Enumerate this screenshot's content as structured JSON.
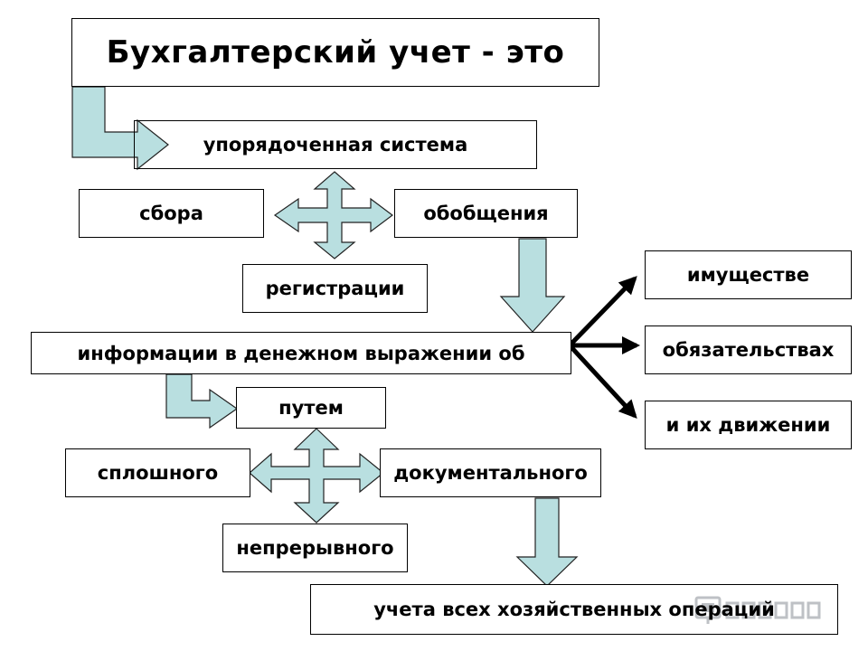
{
  "diagram": {
    "title": "Бухгалтерский учет - это",
    "system": "упорядоченная система",
    "methods_1": {
      "left": "сбора",
      "right": "обобщения",
      "bottom": "регистрации"
    },
    "information": "информации в денежном выражении об",
    "objects": [
      "имуществе",
      "обязательствах",
      "и их движении"
    ],
    "by_way": "путем",
    "methods_2": {
      "left": "сплошного",
      "right": "документального",
      "bottom": "непрерывного"
    },
    "result": "учета всех хозяйственных операций"
  },
  "colors": {
    "arrow_fill": "#b9dfe0",
    "arrow_stroke": "#222222",
    "box_border": "#000000"
  },
  "watermark": {
    "icon": "presentation-logo-icon"
  }
}
